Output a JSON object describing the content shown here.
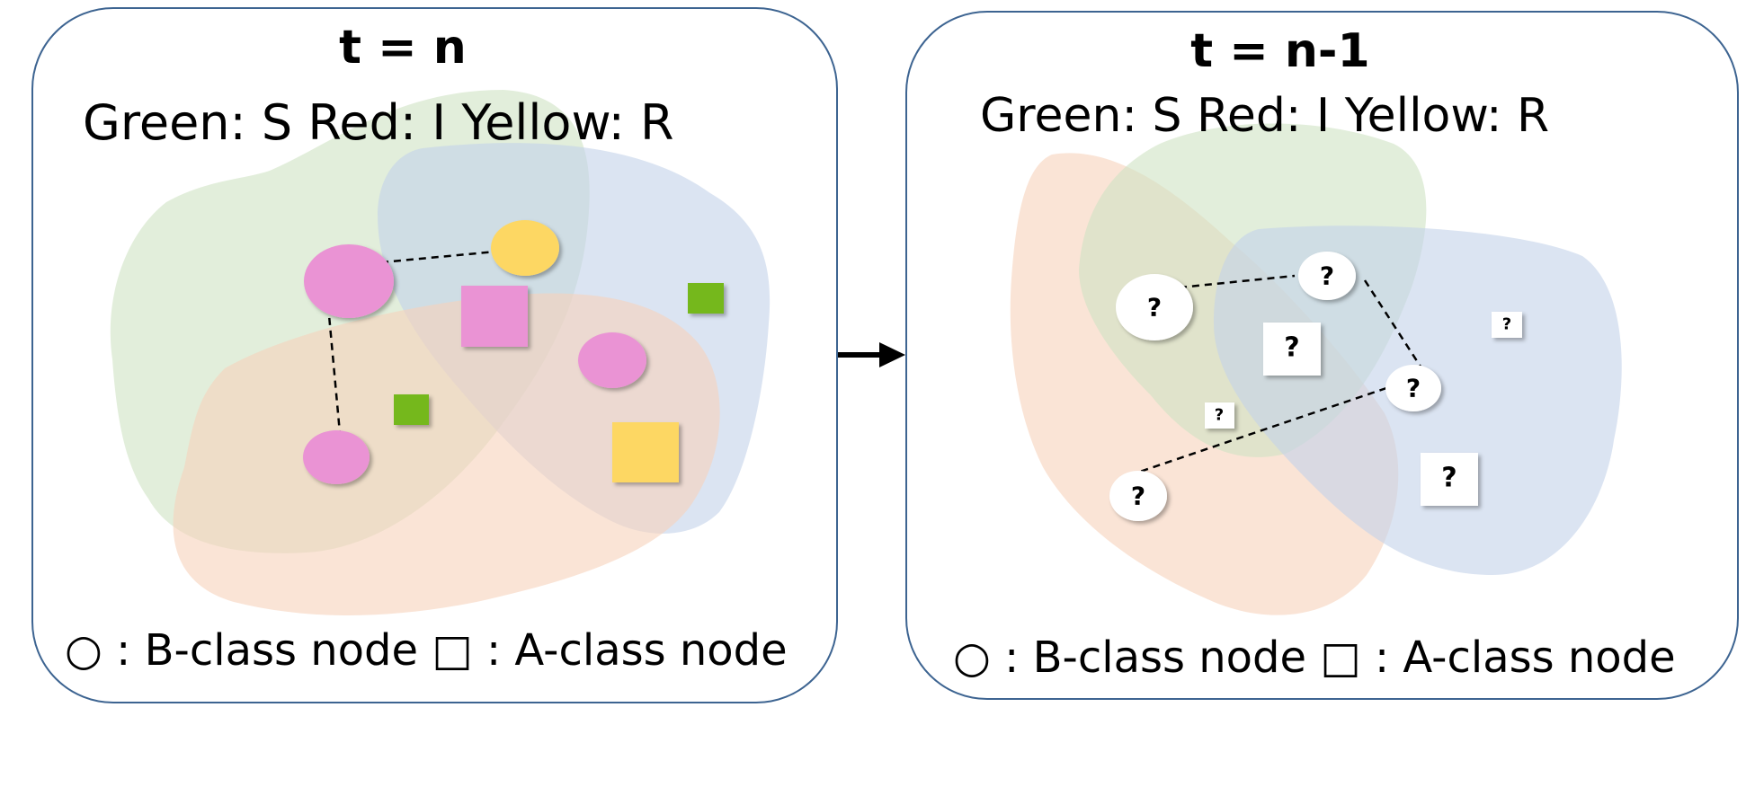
{
  "panel_left": {
    "title": "t = n",
    "state_legend": "Green: S Red: I Yellow: R",
    "node_legend": {
      "circle_symbol": "○",
      "circle_label": ": B-class node",
      "square_symbol": "□",
      "square_label": ": A-class node"
    }
  },
  "panel_right": {
    "title": "t = n-1",
    "state_legend": "Green: S Red: I Yellow: R",
    "node_legend": {
      "circle_symbol": "○",
      "circle_label": ": B-class node",
      "square_symbol": "□",
      "square_label": ": A-class node"
    },
    "unknown_mark": "?"
  },
  "colors": {
    "panel_border": "#3d6491",
    "region_green": "#cfe3c3",
    "region_blue": "#c3d2ea",
    "region_orange": "#f7d2bb",
    "node_infected": "#ea93d4",
    "node_recovered": "#fdd764",
    "node_susceptible": "#75b81c",
    "unknown_node": "#ffffff"
  }
}
